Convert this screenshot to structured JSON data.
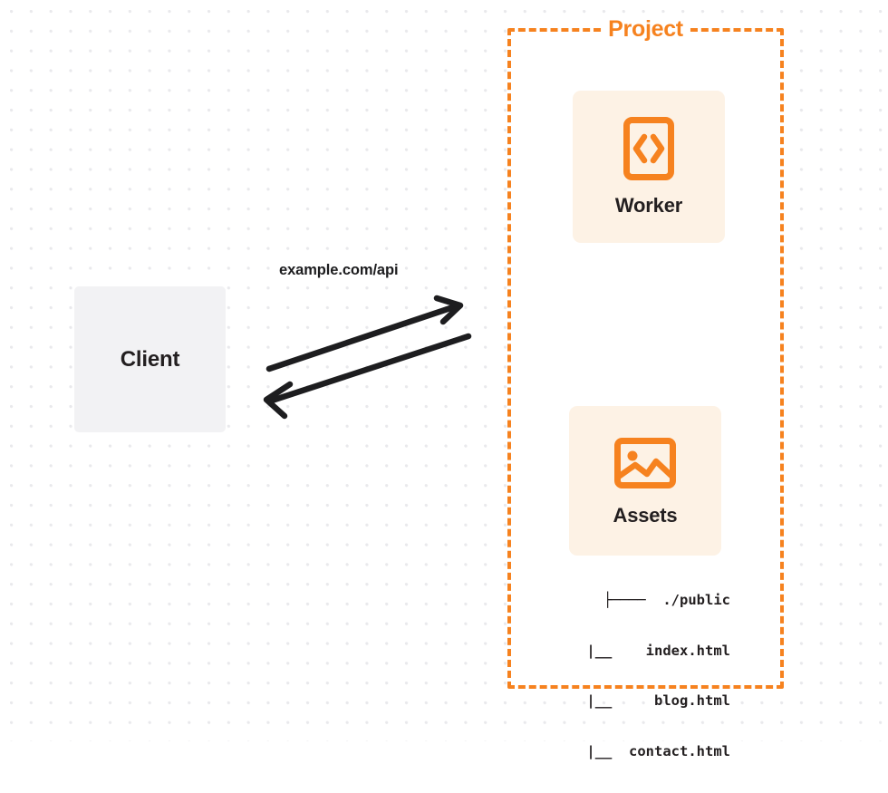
{
  "diagram": {
    "type": "architecture-diagram",
    "background": {
      "color": "#ffffff",
      "dot_grid_color": "#e9e9ec"
    },
    "accent_color": "#f6821f",
    "nodes": [
      {
        "id": "client",
        "label": "Client",
        "fill": "#f2f2f4",
        "text_color": "#231f20"
      },
      {
        "id": "worker",
        "label": "Worker",
        "icon": "code-brackets-icon",
        "fill": "#fdf2e5",
        "icon_color": "#f6821f"
      },
      {
        "id": "assets",
        "label": "Assets",
        "icon": "image-icon",
        "fill": "#fdf2e5",
        "icon_color": "#f6821f"
      }
    ],
    "container": {
      "title": "Project",
      "border_style": "dashed",
      "border_color": "#f6821f"
    },
    "edge": {
      "label": "example.com/api",
      "direction": "bidirectional",
      "color": "#1d1d1f"
    },
    "file_tree": {
      "rows": [
        "├────  ./public",
        "|__    index.html",
        "|__     blog.html",
        "|__  contact.html"
      ]
    }
  }
}
